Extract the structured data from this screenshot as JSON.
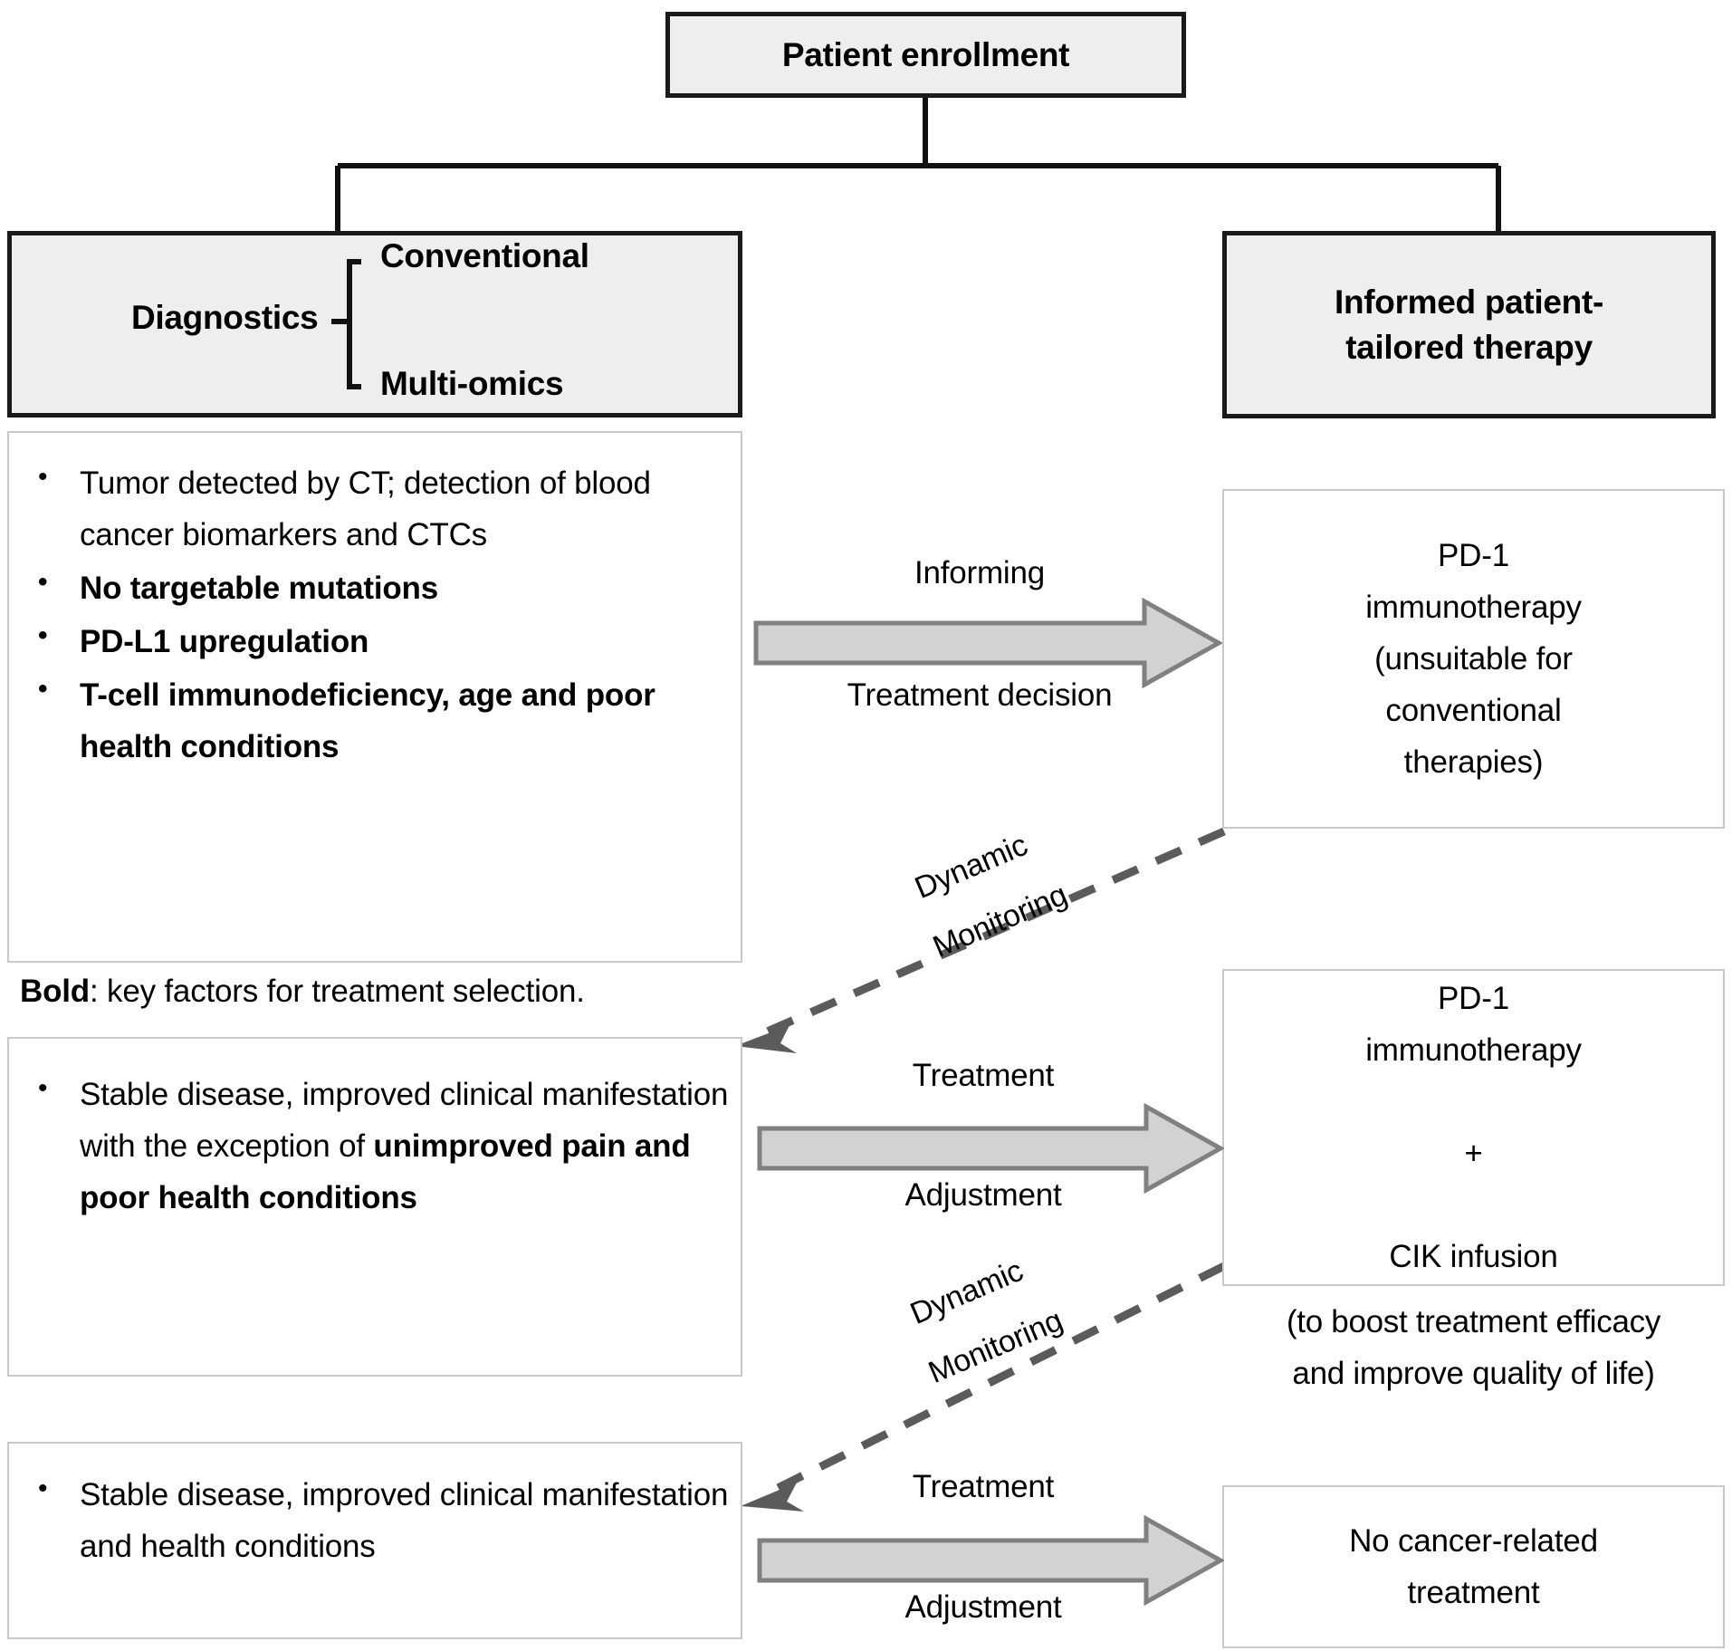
{
  "diagram": {
    "title": "Patient enrollment workflow",
    "colors": {
      "heavy_border": "#1a1a1a",
      "light_border": "#c9c9c9",
      "box_fill_gray": "#eeeeee",
      "arrow_fill": "#d2d2d2",
      "arrow_stroke": "#808080",
      "dashed_arrow": "#5b5b5b"
    }
  },
  "enrollment": {
    "label": "Patient enrollment"
  },
  "diagnostics": {
    "label": "Diagnostics",
    "branches": [
      "Conventional",
      "Multi-omics"
    ]
  },
  "informed_therapy": {
    "line1": "Informed patient-",
    "line2": "tailored therapy"
  },
  "left_boxes": [
    {
      "name": "baseline-findings",
      "bullets": [
        {
          "text": "Tumor detected by CT; detection of blood cancer biomarkers and CTCs",
          "bold": false
        },
        {
          "text": "No targetable mutations",
          "bold": true
        },
        {
          "text": "PD-L1 upregulation",
          "bold": true
        },
        {
          "text": "T-cell immunodeficiency, age and poor health conditions",
          "bold": true
        }
      ]
    },
    {
      "name": "first-followup-findings",
      "bullets": [
        {
          "text": "Stable disease, improved clinical manifestation with the exception of ",
          "bold": false,
          "bold_tail": "unimproved pain and poor health conditions"
        }
      ]
    },
    {
      "name": "second-followup-findings",
      "bullets": [
        {
          "text": "Stable disease, improved clinical manifestation and health conditions",
          "bold": false
        }
      ]
    }
  ],
  "bold_note": {
    "prefix": "Bold",
    "rest": ": key factors for treatment selection."
  },
  "right_boxes": [
    {
      "name": "pd1-immunotherapy",
      "lines": [
        "PD-1",
        "immunotherapy",
        "(unsuitable for",
        "conventional",
        "therapies)"
      ]
    },
    {
      "name": "pd1-plus-cik",
      "lines": [
        "PD-1",
        "immunotherapy",
        "+",
        "CIK infusion"
      ],
      "caption": [
        "(to boost treatment efficacy",
        "and improve quality of life)"
      ]
    },
    {
      "name": "no-treatment",
      "lines": [
        "No cancer-related",
        "treatment"
      ]
    }
  ],
  "block_arrows": [
    {
      "name": "informing-treatment-decision",
      "above": "Informing",
      "below": "Treatment decision"
    },
    {
      "name": "treatment-adjustment-1",
      "above": "Treatment",
      "below": "Adjustment"
    },
    {
      "name": "treatment-adjustment-2",
      "above": "Treatment",
      "below": "Adjustment"
    }
  ],
  "dashed_arrows": [
    {
      "name": "dynamic-monitoring-1",
      "line1": "Dynamic",
      "line2": "Monitoring"
    },
    {
      "name": "dynamic-monitoring-2",
      "line1": "Dynamic",
      "line2": "Monitoring"
    }
  ]
}
